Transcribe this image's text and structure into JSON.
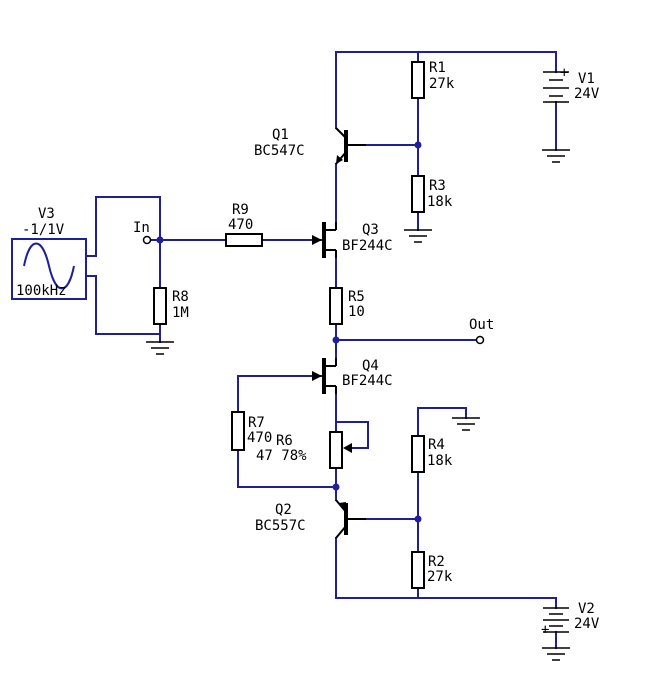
{
  "components": {
    "r1": {
      "ref": "R1",
      "value": "27k"
    },
    "r2": {
      "ref": "R2",
      "value": "27k"
    },
    "r3": {
      "ref": "R3",
      "value": "18k"
    },
    "r4": {
      "ref": "R4",
      "value": "18k"
    },
    "r5": {
      "ref": "R5",
      "value": "10"
    },
    "r6": {
      "ref": "R6",
      "value": "47 78%"
    },
    "r7": {
      "ref": "R7",
      "value": "470"
    },
    "r8": {
      "ref": "R8",
      "value": "1M"
    },
    "r9": {
      "ref": "R9",
      "value": "470"
    },
    "q1": {
      "ref": "Q1",
      "value": "BC547C"
    },
    "q2": {
      "ref": "Q2",
      "value": "BC557C"
    },
    "q3": {
      "ref": "Q3",
      "value": "BF244C"
    },
    "q4": {
      "ref": "Q4",
      "value": "BF244C"
    },
    "v1": {
      "ref": "V1",
      "value": "24V",
      "polarity": "+"
    },
    "v2": {
      "ref": "V2",
      "value": "24V",
      "polarity": "+"
    },
    "v3": {
      "ref": "V3",
      "amplitude": "-1/1V",
      "frequency": "100kHz"
    }
  },
  "nodes": {
    "input": "In",
    "output": "Out"
  }
}
